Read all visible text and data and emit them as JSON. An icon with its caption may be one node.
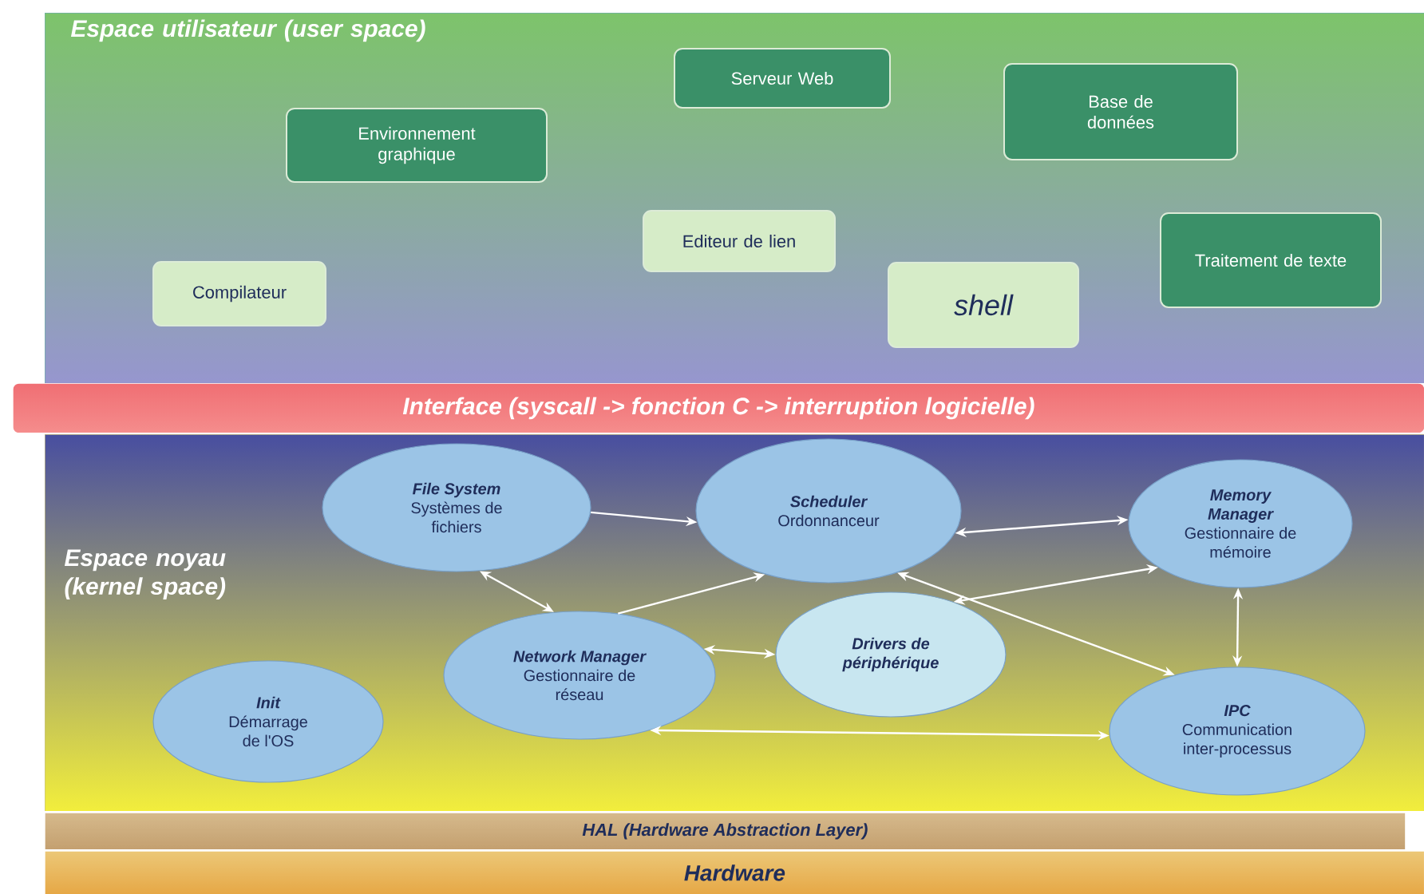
{
  "diagram": {
    "nodes": [
      {
        "text": [
          "Espace utilisateur (user space)"
        ]
      },
      {
        "text": [
          "Serveur Web"
        ],
        "in": 0
      },
      {
        "text": [
          "Base de données"
        ],
        "in": 0
      },
      {
        "text": [
          "Environnement graphique"
        ],
        "in": 0
      },
      {
        "text": [
          "Editeur de lien"
        ],
        "in": 0
      },
      {
        "text": [
          "Traitement de texte"
        ],
        "in": 0
      },
      {
        "text": [
          "Compilateur"
        ],
        "in": 0
      },
      {
        "text": [
          "shell"
        ],
        "in": 0
      },
      {
        "text": [
          "Interface (syscall -> fonction C -> interruption logicielle)"
        ]
      },
      {
        "text": [
          "Espace noyau (kernel space)"
        ]
      },
      {
        "text": [
          "File System",
          "Systèmes de fichiers"
        ],
        "in": 9
      },
      {
        "text": [
          "Scheduler",
          "Ordonnanceur"
        ],
        "in": 9
      },
      {
        "text": [
          "Memory Manager",
          "Gestionnaire de mémoire"
        ],
        "in": 9
      },
      {
        "text": [
          "Network Manager",
          "Gestionnaire de réseau"
        ],
        "in": 9
      },
      {
        "text": [
          "Drivers de périphérique"
        ],
        "in": 9
      },
      {
        "text": [
          "Init",
          "Démarrage de l'OS"
        ],
        "in": 9
      },
      {
        "text": [
          "IPC",
          "Communication inter-processus"
        ],
        "in": 9
      },
      {
        "text": [
          "HAL (Hardware Abstraction Layer)"
        ]
      },
      {
        "text": [
          "Hardware"
        ]
      }
    ],
    "edges": [
      {
        "from": 10,
        "to": 11,
        "arrow": "to"
      },
      {
        "from": 11,
        "to": 12,
        "arrow": "both"
      },
      {
        "from": 10,
        "to": 13,
        "arrow": "both"
      },
      {
        "from": 13,
        "to": 11,
        "arrow": "to"
      },
      {
        "from": 13,
        "to": 14,
        "arrow": "both"
      },
      {
        "from": 14,
        "to": 12,
        "arrow": "both"
      },
      {
        "from": 11,
        "to": 16,
        "arrow": "both"
      },
      {
        "from": 12,
        "to": 16,
        "arrow": "both"
      },
      {
        "from": 13,
        "to": 16,
        "arrow": "both"
      }
    ]
  }
}
